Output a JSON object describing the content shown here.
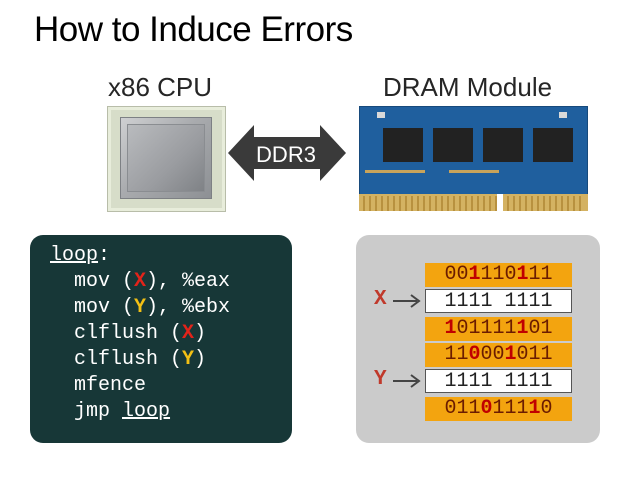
{
  "slide": {
    "title": "How to Induce Errors",
    "cpu_label": "x86 CPU",
    "dram_label": "DRAM Module",
    "bus_label": "DDR3"
  },
  "code": {
    "line1": "loop",
    "line1_colon": ":",
    "x_var": "X",
    "y_var": "Y",
    "mov1_a": "  mov (",
    "mov1_b": "), ",
    "mov1_reg": "%eax",
    "mov2_a": "  mov (",
    "mov2_b": "), ",
    "mov2_reg": "%ebx",
    "clf1_a": "  clflush (",
    "clf1_b": ")",
    "clf2_a": "  clflush (",
    "clf2_b": ")",
    "mfence": "  mfence",
    "jmp_a": "  jmp ",
    "jmp_target": "loop"
  },
  "memory": {
    "x_label": "X",
    "y_label": "Y",
    "rows": [
      {
        "kind": "orange",
        "pre": "00",
        "f1": "1",
        "mid": "110",
        "f2": "1",
        "post": "11"
      },
      {
        "kind": "white",
        "text": "1111 1111"
      },
      {
        "kind": "orange",
        "pre": "",
        "f1": "1",
        "mid": "01111",
        "f2": "1",
        "post": "01"
      },
      {
        "kind": "orange",
        "pre": "11",
        "f1": "0",
        "mid": "00",
        "f2": "1",
        "post": "011"
      },
      {
        "kind": "white",
        "text": "1111 1111"
      },
      {
        "kind": "orange",
        "pre": "011",
        "f1": "0",
        "mid": "111",
        "f2": "1",
        "post": "0"
      }
    ]
  },
  "colors": {
    "code_bg": "#173737",
    "mem_bg": "#cbcbcb",
    "row_orange": "#f3a40f",
    "var_red": "#e2231a",
    "var_yellow": "#f3c014"
  }
}
